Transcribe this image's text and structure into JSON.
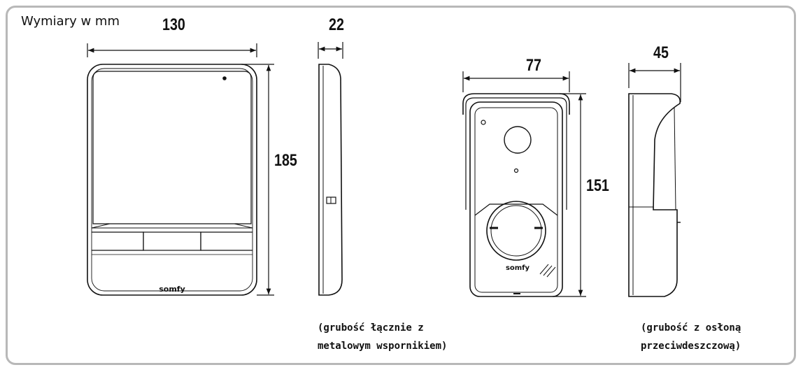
{
  "title": "Wymiary w mm",
  "dimensions": {
    "monitor_width": "130",
    "monitor_height": "185",
    "monitor_depth": "22",
    "doorbell_width": "77",
    "doorbell_height": "151",
    "doorbell_depth": "45"
  },
  "notes": {
    "monitor_depth_line1": "(grubość łącznie z",
    "monitor_depth_line2": "metalowym wspornikiem)",
    "doorbell_depth_line1": "(grubość z osłoną",
    "doorbell_depth_line2": "przeciwdeszczową)"
  },
  "brand": {
    "monitor_logo": "somfy",
    "doorbell_logo": "somfy"
  },
  "colors": {
    "line": "#111111",
    "frame": "#b8b8b8"
  }
}
